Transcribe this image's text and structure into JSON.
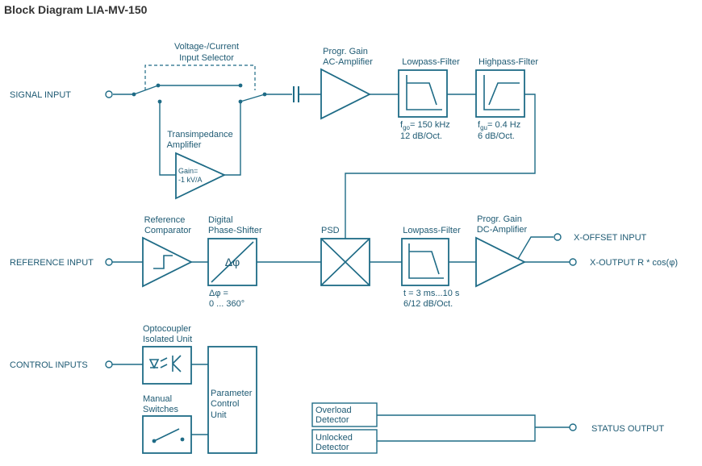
{
  "title": "Block Diagram LIA-MV-150",
  "inputs": {
    "signal": "SIGNAL INPUT",
    "reference": "REFERENCE INPUT",
    "control": "CONTROL INPUTS"
  },
  "outputs": {
    "x_offset": "X-OFFSET INPUT",
    "x_output": "X-OUTPUT R * cos(φ)",
    "status": "STATUS OUTPUT"
  },
  "selector": {
    "line1": "Voltage-/Current",
    "line2": "Input Selector"
  },
  "transimpedance": {
    "title1": "Transimpedance",
    "title2": "Amplifier",
    "gain1": "Gain=",
    "gain2": "-1 kV/A"
  },
  "ac_amp": {
    "line1": "Progr. Gain",
    "line2": "AC-Amplifier"
  },
  "lowpass1": {
    "title": "Lowpass-Filter",
    "spec1_pre": "f",
    "spec1_sub": "go",
    "spec1_post": "= 150 kHz",
    "spec2": "12 dB/Oct."
  },
  "highpass": {
    "title": "Highpass-Filter",
    "spec1_pre": "f",
    "spec1_sub": "gu",
    "spec1_post": "= 0.4 Hz",
    "spec2": "6 dB/Oct."
  },
  "comparator": {
    "line1": "Reference",
    "line2": "Comparator"
  },
  "phase_shifter": {
    "line1": "Digital",
    "line2": "Phase-Shifter",
    "symbol": "Δφ",
    "range1": "Δφ =",
    "range2": "0 ... 360°"
  },
  "psd": {
    "label": "PSD"
  },
  "lowpass2": {
    "title": "Lowpass-Filter",
    "spec1": "t = 3 ms...10 s",
    "spec2": "6/12 dB/Oct."
  },
  "dc_amp": {
    "line1": "Progr. Gain",
    "line2": "DC-Amplifier"
  },
  "optocoupler": {
    "line1": "Optocoupler",
    "line2": "Isolated Unit"
  },
  "manual": {
    "line1": "Manual",
    "line2": "Switches"
  },
  "param_unit": {
    "line1": "Parameter",
    "line2": "Control",
    "line3": "Unit"
  },
  "overload": {
    "line1": "Overload",
    "line2": "Detector"
  },
  "unlocked": {
    "line1": "Unlocked",
    "line2": "Detector"
  }
}
